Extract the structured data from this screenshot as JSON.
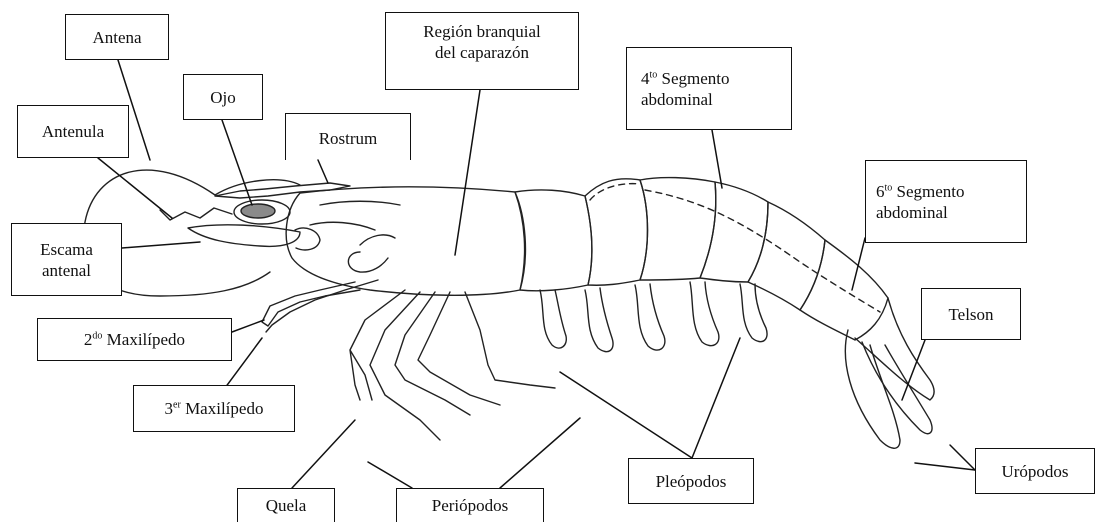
{
  "labels": {
    "antena": "Antena",
    "ojo": "Ojo",
    "region_branquial": "Región branquial\ndel caparazón",
    "segmento4_num": "4",
    "segmento4_sup": "to",
    "segmento4_text": " Segmento\nabdominal",
    "antenula": "Antenula",
    "rostrum": "Rostrum",
    "segmento6_num": "6",
    "segmento6_sup": "to",
    "segmento6_text": " Segmento\nabdominal",
    "escama_antenal": "Escama\nantenal",
    "telson": "Telson",
    "maxilipedo2_num": "2",
    "maxilipedo2_sup": "do",
    "maxilipedo2_text": " Maxilípedo",
    "maxilipedo3_num": "3",
    "maxilipedo3_sup": "er",
    "maxilipedo3_text": " Maxilípedo",
    "quela": "Quela",
    "periopodos": "Periópodos",
    "pleopodos": "Pleópodos",
    "uropodos": "Urópodos"
  }
}
